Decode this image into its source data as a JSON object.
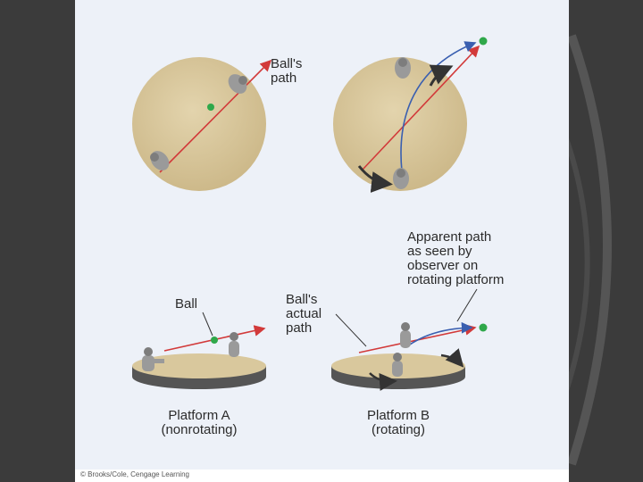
{
  "labels": {
    "balls_path": [
      "Ball's",
      "path"
    ],
    "apparent_path": [
      "Apparent path",
      "as seen by",
      "observer on",
      "rotating platform"
    ],
    "ball": "Ball",
    "balls_actual_path": [
      "Ball's",
      "actual",
      "path"
    ],
    "platform_a": [
      "Platform A",
      "(nonrotating)"
    ],
    "platform_b": [
      "Platform B",
      "(rotating)"
    ]
  },
  "copyright": "© Brooks/Cole, Cengage Learning",
  "colors": {
    "slide_background": "#3a3a3a",
    "panel": "#edf1f8",
    "platform_top": "#d9c89d",
    "platform_rim": "#555555",
    "actual_path": "#d23a3a",
    "apparent_path": "#3a5fb0",
    "ball": "#2fa84a",
    "rotation_arrow": "#333333"
  },
  "icons": [
    "person-icon",
    "ball-icon",
    "rotation-arrow-icon"
  ]
}
